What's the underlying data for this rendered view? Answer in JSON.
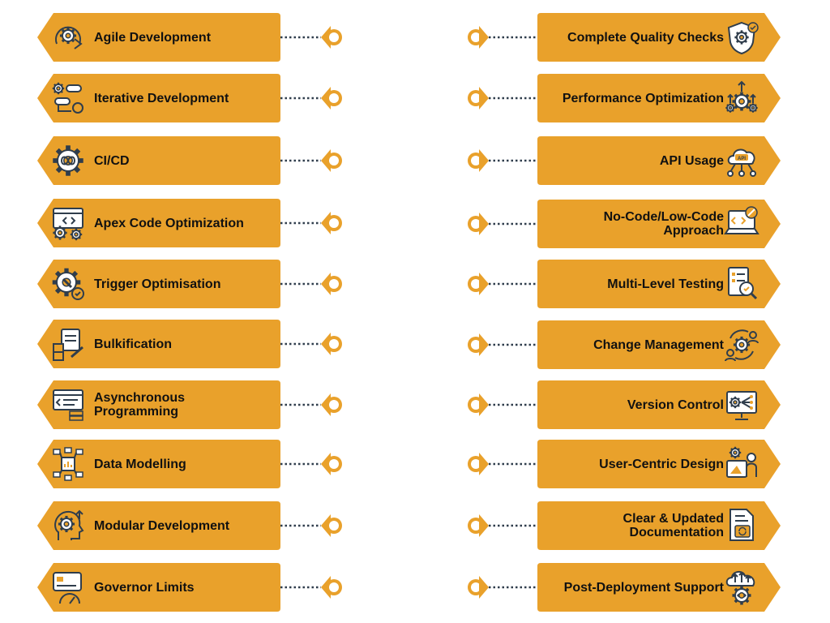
{
  "colors": {
    "box": "#E9A12B",
    "stroke": "#2F3D4C",
    "accent": "#E9A12B",
    "fill": "#ffffff"
  },
  "left_items": [
    {
      "label": "Agile Development",
      "icon": "agile-cycle-icon"
    },
    {
      "label": "Iterative Development",
      "icon": "iteration-flow-icon"
    },
    {
      "label": "CI/CD",
      "icon": "infinity-gear-icon"
    },
    {
      "label": "Apex Code Optimization",
      "icon": "code-window-gears-icon"
    },
    {
      "label": "Trigger Optimisation",
      "icon": "gear-wrench-icon"
    },
    {
      "label": "Bulkification",
      "icon": "clipboard-boxes-icon"
    },
    {
      "label": "Asynchronous Programming",
      "icon": "code-server-icon"
    },
    {
      "label": "Data Modelling",
      "icon": "data-model-icon"
    },
    {
      "label": "Modular Development",
      "icon": "modular-head-icon"
    },
    {
      "label": "Governor Limits",
      "icon": "card-gauge-icon"
    }
  ],
  "right_items": [
    {
      "label": "Complete Quality Checks",
      "icon": "shield-gear-icon"
    },
    {
      "label": "Performance Optimization",
      "icon": "gears-arrows-icon"
    },
    {
      "label": "API Usage",
      "icon": "api-cloud-icon"
    },
    {
      "label": "No-Code/Low-Code Approach",
      "icon": "laptop-code-icon"
    },
    {
      "label": "Multi-Level Testing",
      "icon": "checklist-magnifier-icon"
    },
    {
      "label": "Change Management",
      "icon": "change-person-gears-icon"
    },
    {
      "label": "Version Control",
      "icon": "monitor-branch-icon"
    },
    {
      "label": "User-Centric Design",
      "icon": "designer-icon"
    },
    {
      "label": "Clear & Updated Documentation",
      "icon": "document-sync-icon"
    },
    {
      "label": "Post-Deployment Support",
      "icon": "cloud-support-icon"
    }
  ]
}
